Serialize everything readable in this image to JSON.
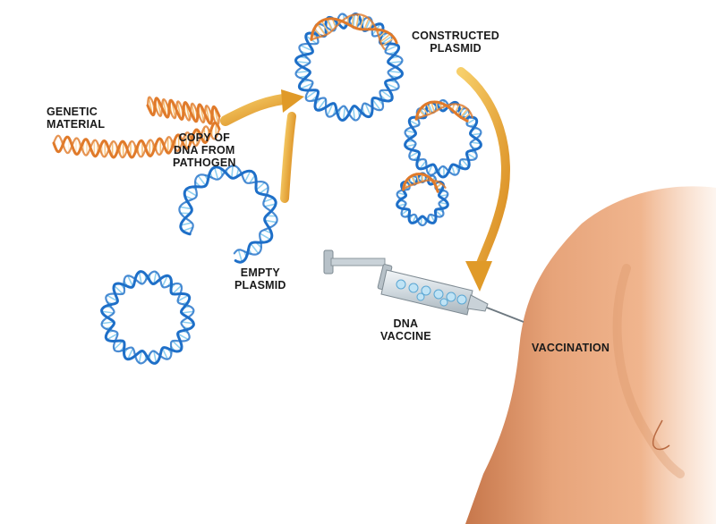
{
  "labels": {
    "genetic_material": [
      "GENETIC",
      "MATERIAL"
    ],
    "copy_of_dna": [
      "COPY OF",
      "DNA FROM",
      "PATHOGEN"
    ],
    "constructed_plasmid": [
      "CONSTRUCTED",
      "PLASMID"
    ],
    "empty_plasmid": [
      "EMPTY",
      "PLASMID"
    ],
    "dna_vaccine": [
      "DNA",
      "VACCINE"
    ],
    "vaccination": "VACCINATION"
  },
  "colors": {
    "dna_blue": "#1e6fc8",
    "dna_light_blue": "#8fd0f0",
    "pathogen_orange": "#e07a2a",
    "pathogen_light": "#f6c27a",
    "arrow_orange": "#e8a02a",
    "skin": "#e9a77b",
    "skin_shadow": "#c8794c"
  }
}
